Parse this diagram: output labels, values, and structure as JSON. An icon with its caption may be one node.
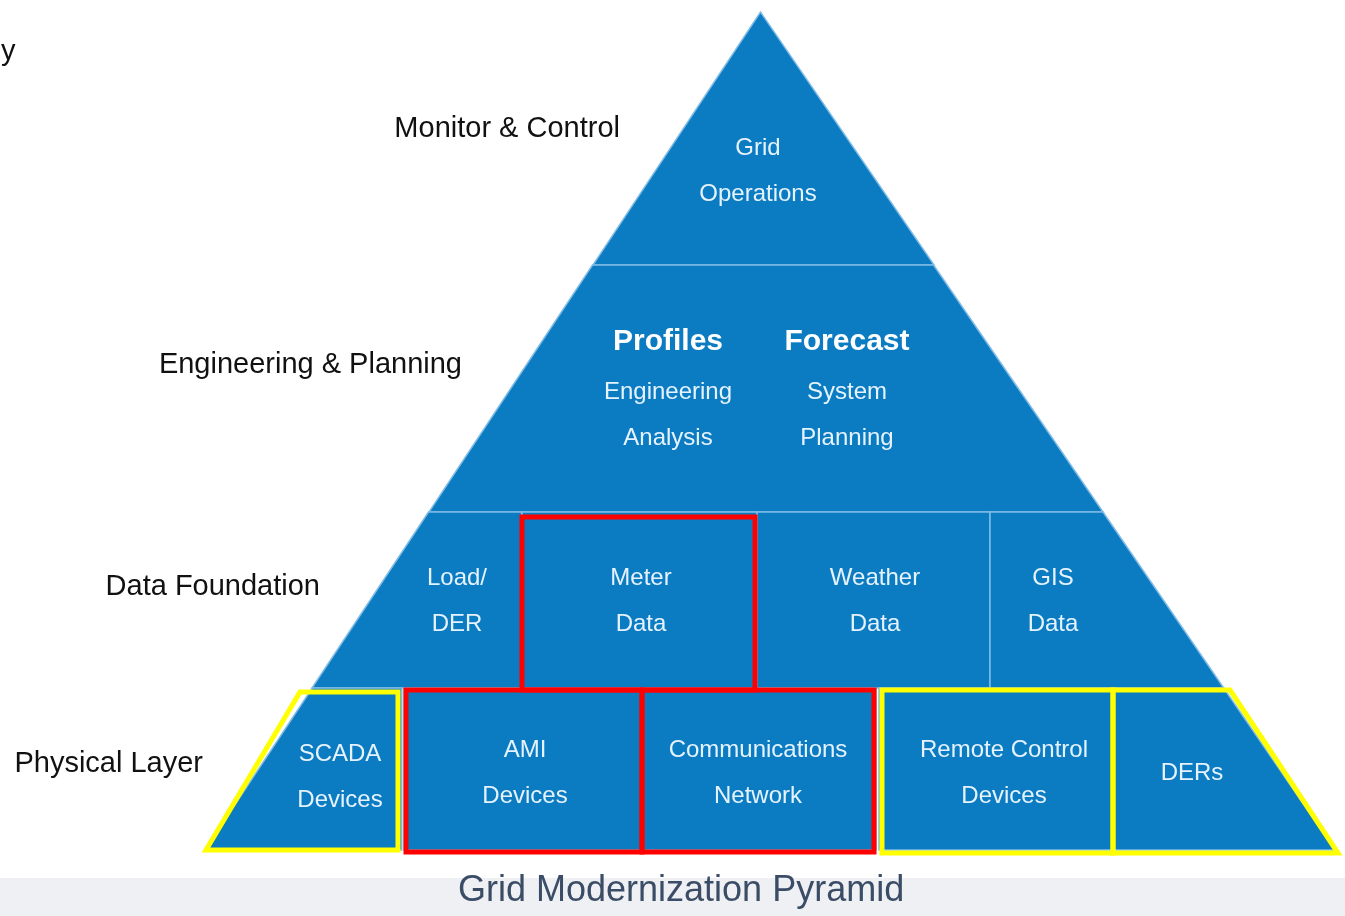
{
  "diagram": {
    "caption": "Grid Modernization Pyramid",
    "nodes": [
      {
        "text": [
          "Grid Operations"
        ]
      },
      {
        "text": [
          "Profiles",
          "Engineering Analysis",
          "Forecast",
          "System Planning"
        ]
      },
      {
        "text": [
          "Load/ DER"
        ]
      },
      {
        "text": [
          "Meter Data"
        ]
      },
      {
        "text": [
          "Weather Data"
        ]
      },
      {
        "text": [
          "GIS Data"
        ]
      },
      {
        "text": [
          "SCADA Devices"
        ]
      },
      {
        "text": [
          "AMI Devices"
        ]
      },
      {
        "text": [
          "Communications Network"
        ]
      },
      {
        "text": [
          "Remote Control Devices"
        ]
      },
      {
        "text": [
          "DERs"
        ]
      }
    ],
    "labels": [
      "y",
      "Monitor & Control",
      "Engineering & Planning",
      "Data Foundation",
      "Physical Layer"
    ]
  }
}
